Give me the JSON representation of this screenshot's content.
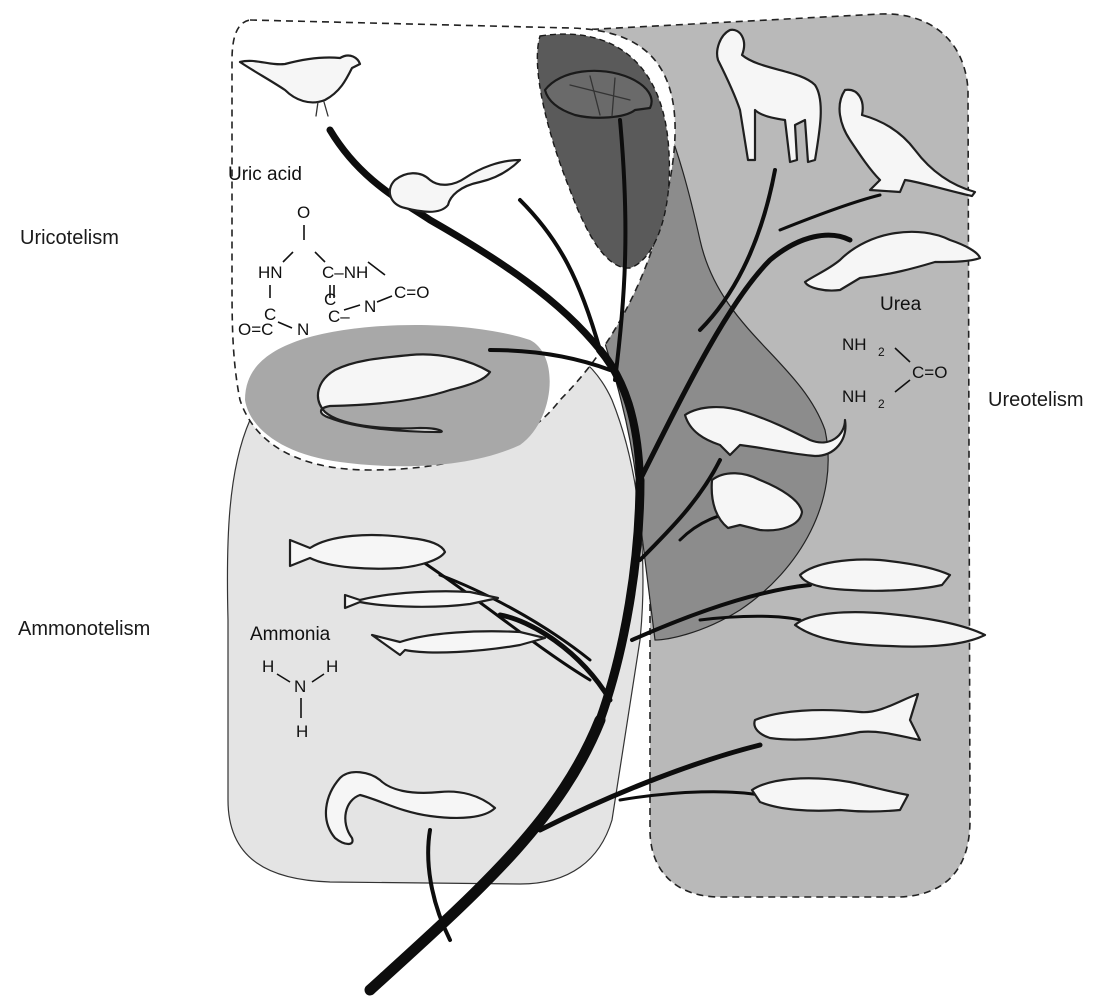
{
  "labels": {
    "uricotelism": "Uricotelism",
    "ureotelism": "Ureotelism",
    "ammonotelism": "Ammonotelism"
  },
  "compounds": {
    "uric_acid": {
      "name": "Uric acid",
      "atoms": [
        "O",
        "HN",
        "C–NH",
        "C",
        "C",
        "C=O",
        "O=C",
        "N",
        "C–",
        "N"
      ]
    },
    "urea": {
      "name": "Urea",
      "atoms": [
        "NH",
        "2",
        "NH",
        "2",
        "C=O"
      ]
    },
    "ammonia": {
      "name": "Ammonia",
      "atoms": [
        "H",
        "N",
        "H",
        "H"
      ]
    }
  },
  "colors": {
    "ammonotelism_region": "#e4e4e4",
    "ureotelism_region": "#b9b9b9",
    "uricotelism_region": "#a8a8a8",
    "urea_reptile_band": "#8c8c8c",
    "turtle_band": "#5a5a5a",
    "tree": "#0d0d0d"
  },
  "animals": [
    "bird",
    "snake",
    "turtle",
    "deer",
    "kangaroo",
    "platypus",
    "crocodile",
    "salamander",
    "frog",
    "trout",
    "gar",
    "sturgeon",
    "coelacanth",
    "lungfish",
    "shark",
    "ratfish",
    "lamprey"
  ]
}
